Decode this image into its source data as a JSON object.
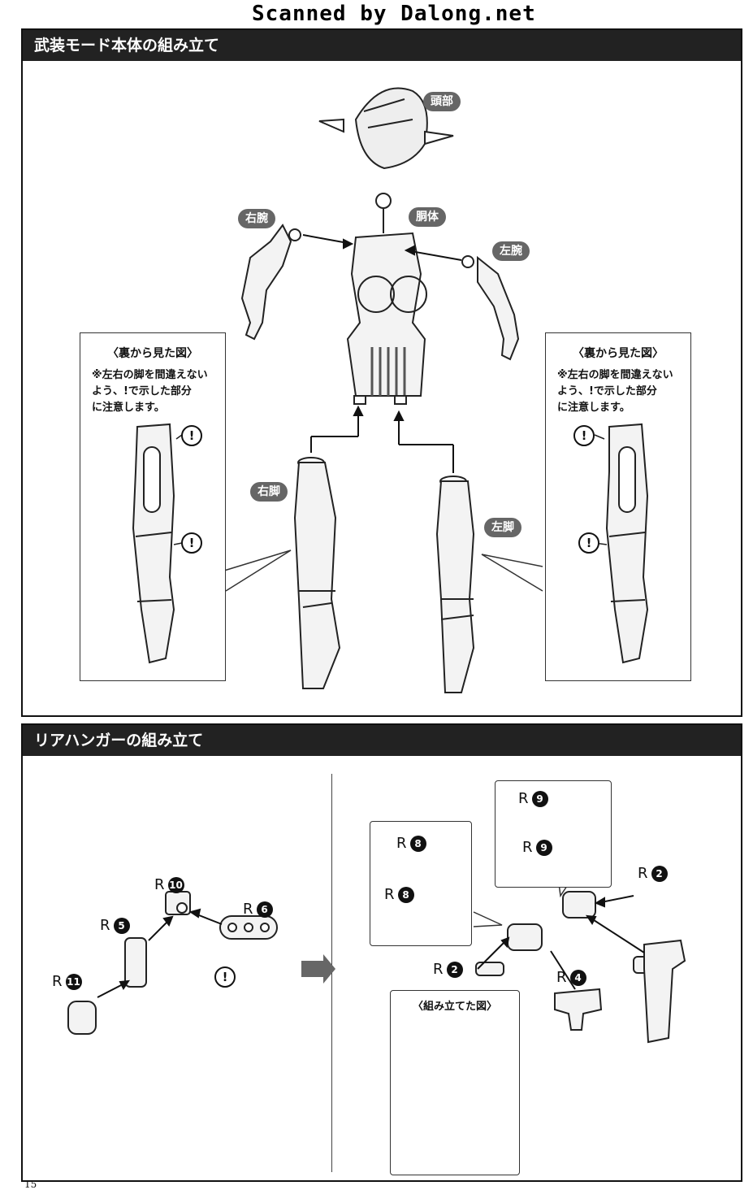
{
  "watermark": "Scanned by Dalong.net",
  "section1": {
    "title": "武装モード本体の組み立て",
    "tags": {
      "head": "頭部",
      "torso": "胴体",
      "right_arm": "右腕",
      "left_arm": "左腕",
      "right_leg": "右脚",
      "left_leg": "左脚"
    },
    "inset_left": {
      "title": "〈裏から見た図〉",
      "note_lines": [
        "※左右の脚を間違えない",
        "よう、!で示した部分",
        "に注意します。"
      ]
    },
    "inset_right": {
      "title": "〈裏から見た図〉",
      "note_lines": [
        "※左右の脚を間違えない",
        "よう、!で示した部分",
        "に注意します。"
      ]
    }
  },
  "section2": {
    "title": "リアハンガーの組み立て",
    "left_parts": [
      {
        "letter": "R",
        "num": "10"
      },
      {
        "letter": "R",
        "num": "5"
      },
      {
        "letter": "R",
        "num": "6"
      },
      {
        "letter": "R",
        "num": "11"
      }
    ],
    "right_parts": [
      {
        "letter": "R",
        "num": "9"
      },
      {
        "letter": "R",
        "num": "9"
      },
      {
        "letter": "R",
        "num": "8"
      },
      {
        "letter": "R",
        "num": "8"
      },
      {
        "letter": "R",
        "num": "2"
      },
      {
        "letter": "R",
        "num": "2"
      },
      {
        "letter": "R",
        "num": "4"
      }
    ],
    "assembled_title": "〈組み立てた図〉"
  },
  "page_number": "15"
}
